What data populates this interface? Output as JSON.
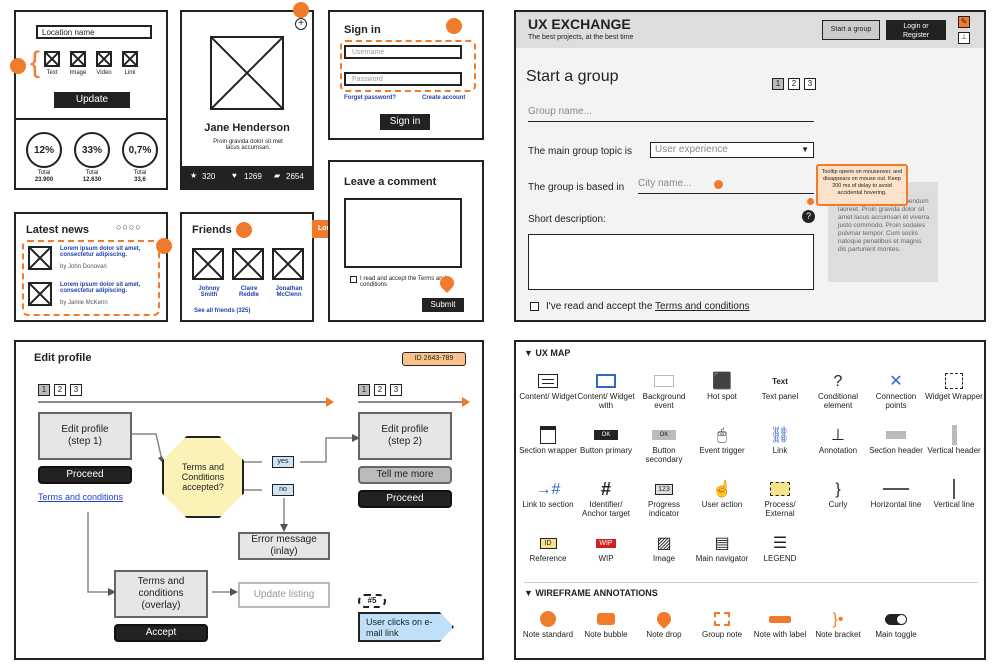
{
  "p1": {
    "location_label": "Location name",
    "icons": [
      "Text",
      "Image",
      "Video",
      "Link"
    ],
    "update": "Update"
  },
  "p2": {
    "stats": [
      {
        "value": "12%",
        "label": "Total",
        "sub": "23.900"
      },
      {
        "value": "33%",
        "label": "Total",
        "sub": "12.630"
      },
      {
        "value": "0,7%",
        "label": "Total",
        "sub": "33,6"
      }
    ]
  },
  "p3": {
    "name": "Jane Henderson",
    "desc": "Proin gravida dolor sit met lacus accumsan.",
    "stats": [
      "320",
      "1269",
      "2654"
    ]
  },
  "p4": {
    "title": "Sign in",
    "user_ph": "Username",
    "pass_ph": "Password",
    "forgot": "Forget password?",
    "create": "Create account",
    "btn": "Sign in"
  },
  "p5": {
    "title": "Latest news",
    "items": [
      {
        "text": "Lorem ipsum dolor sit amet, consectetur adipiscing.",
        "by": "by John Donovan"
      },
      {
        "text": "Lorem ipsum dolor sit amet, consectetur adipiscing.",
        "by": "by Jamie McKenn"
      }
    ]
  },
  "p6": {
    "title": "Friends",
    "friends": [
      "Johnny Smith",
      "Claire Reddle",
      "Jonathan McClenn"
    ],
    "see_all": "See all friends (325)",
    "tag": "Lorem ipsum"
  },
  "p7": {
    "title": "Leave a comment",
    "accept": "I read and accept the Terms and conditions",
    "submit": "Submit"
  },
  "p8": {
    "title": "UX EXCHANGE",
    "subtitle": "The best projects, at the best time",
    "start_btn": "Start a group",
    "login_btn": "Login or Register",
    "heading": "Start a group",
    "group_name_ph": "Group name...",
    "topic_label": "The main group topic is",
    "topic_value": "User experience",
    "based_label": "The group is based in",
    "city_ph": "City name...",
    "desc_label": "Short description:",
    "tooltip": "Tooltip opens on mouseover, and disappears on mouse out. Keep 200 ms of delay to avoid accidental hovering.",
    "lorem": "elit. Aenean euismod bibendum laoreet. Proin gravida dolor sit amet lacus accumsan et viverra justo commodo. Proin sodales pulvinar tempor. Cum sociis natoque penatibus et magnis dis parturient montes.",
    "terms_prefix": "I've read and accept the ",
    "terms_link": "Terms and conditions",
    "pages": [
      "1",
      "2",
      "3"
    ]
  },
  "p9": {
    "title": "Edit profile",
    "id": "ID 2643-789",
    "pages": [
      "1",
      "2",
      "3"
    ],
    "n1": "Edit profile (step 1)",
    "proceed": "Proceed",
    "terms": "Terms and conditions",
    "decision": "Terms and Conditions accepted?",
    "yes": "yes",
    "no": "no",
    "n2": "Edit profile (step 2)",
    "tell": "Tell me more",
    "proceed2": "Proceed",
    "error": "Error message (inlay)",
    "overlay": "Terms and conditions (overlay)",
    "accept": "Accept",
    "update": "Update listing",
    "ann_num": "#5",
    "ann_text": "User clicks on e-mail link"
  },
  "p10": {
    "title": "UX MAP",
    "items": [
      "Content/ Widget",
      "Content/ Widget with",
      "Background event",
      "Hot spot",
      "Text panel",
      "Conditional element",
      "Connection points",
      "Widget Wrapper",
      "Section wrapper",
      "Button primary",
      "Button secondary",
      "Event trigger",
      "Link",
      "Annotation",
      "Section header",
      "Vertical header",
      "Link to section",
      "Identifier/ Anchor target",
      "Progress indicator",
      "User action",
      "Process/ External",
      "Curly",
      "Horizontal line",
      "Vertical line",
      "Reference",
      "WIP",
      "Image",
      "Main navigator",
      "LEGEND"
    ],
    "text_panel": "Text",
    "ok": "OK",
    "wip": "WIP",
    "id_badge": "ID",
    "hash": "#",
    "num": "123",
    "curly": "}",
    "ann_title": "WIREFRAME ANNOTATIONS",
    "anns": [
      "Note standard",
      "Note bubble",
      "Note drop",
      "Group note",
      "Note with label",
      "Note bracket",
      "Main toggle"
    ]
  },
  "colors": {
    "accent": "#f07b2b"
  }
}
